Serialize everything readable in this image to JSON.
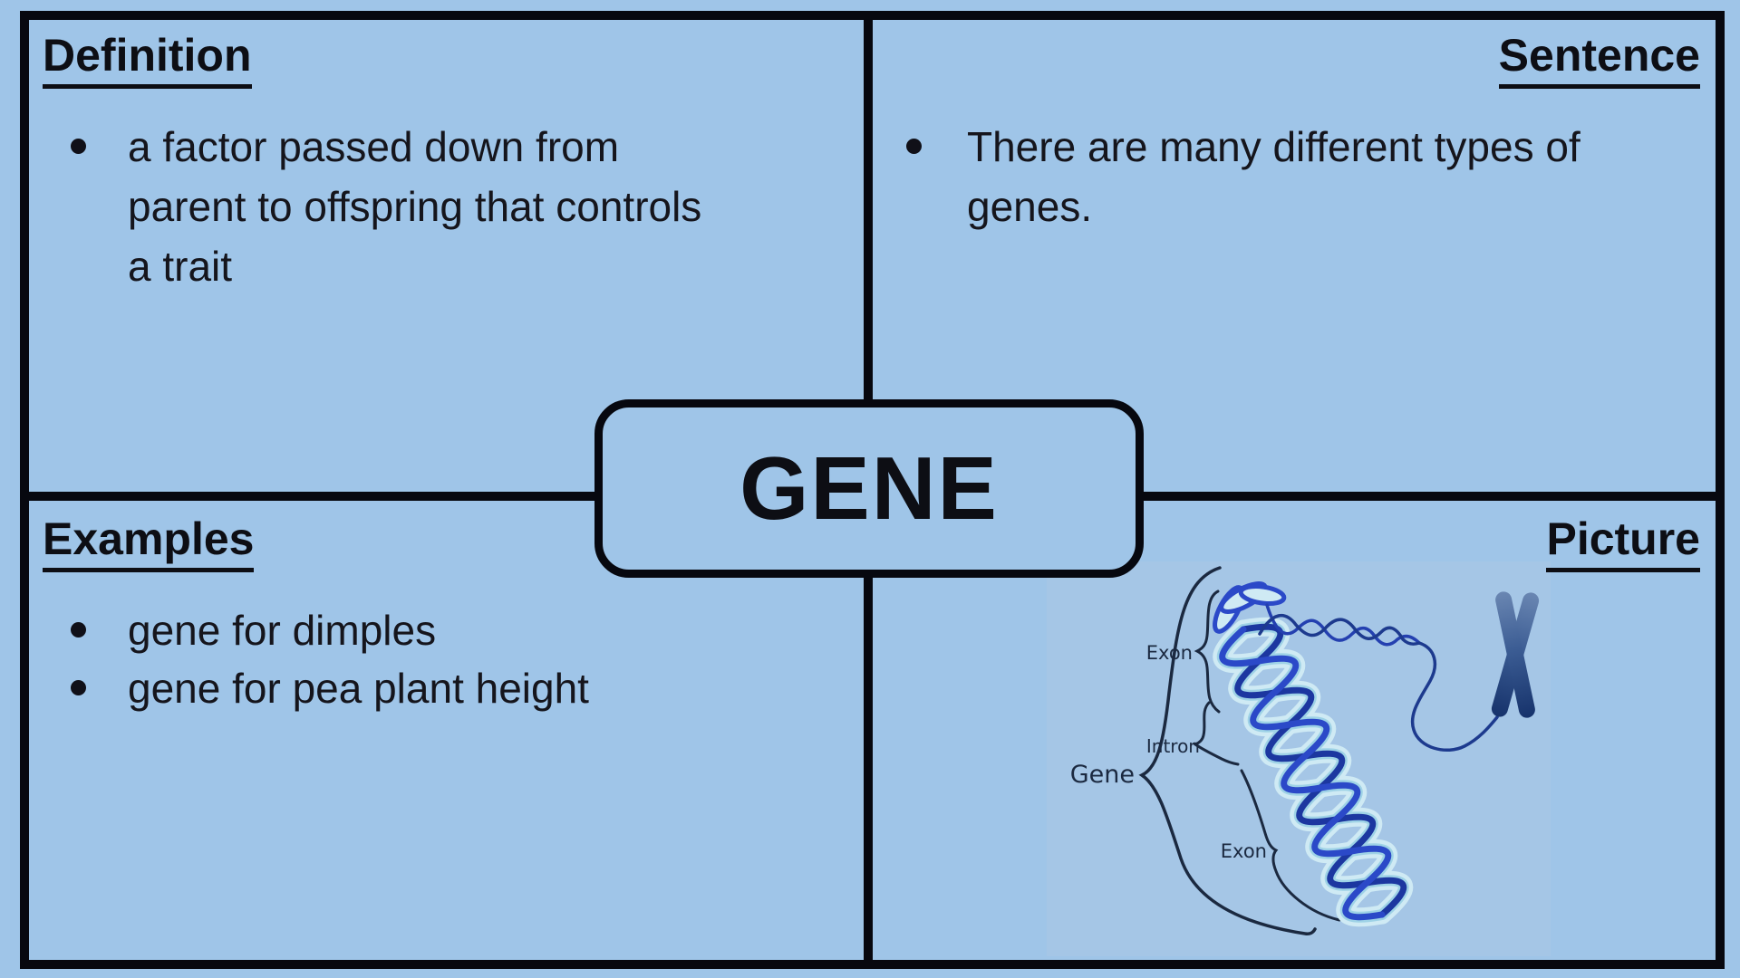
{
  "title": "GENE",
  "colors": {
    "page_background": "#9fc5e8",
    "frame_and_dividers": "#07080f",
    "text": "#15151c",
    "picture_background": "#a5c6e6",
    "helix_blue": "#2b49c8",
    "helix_navy": "#1c37a0",
    "helix_light": "#cfeaf4",
    "helix_stripe": "#9ed2e6",
    "chromosome_dark": "#132f68",
    "chromosome_light": "#6d89b4",
    "diagram_ink": "#1b2940"
  },
  "center": {
    "term": "GENE"
  },
  "quadrants": {
    "definition": {
      "heading": "Definition",
      "bullet": {
        "lines": [
          "a factor passed down from",
          "parent to offspring that controls",
          "a trait"
        ]
      }
    },
    "sentence": {
      "heading": "Sentence",
      "bullet": {
        "lines": [
          "There are many different types of",
          "genes."
        ]
      }
    },
    "examples": {
      "heading": "Examples",
      "items": [
        "gene for dimples",
        "gene for pea plant height"
      ]
    },
    "picture": {
      "heading": "Picture",
      "labels": {
        "exon_top": "Exon",
        "intron": "Intron",
        "gene": "Gene",
        "exon_bottom": "Exon"
      }
    }
  }
}
